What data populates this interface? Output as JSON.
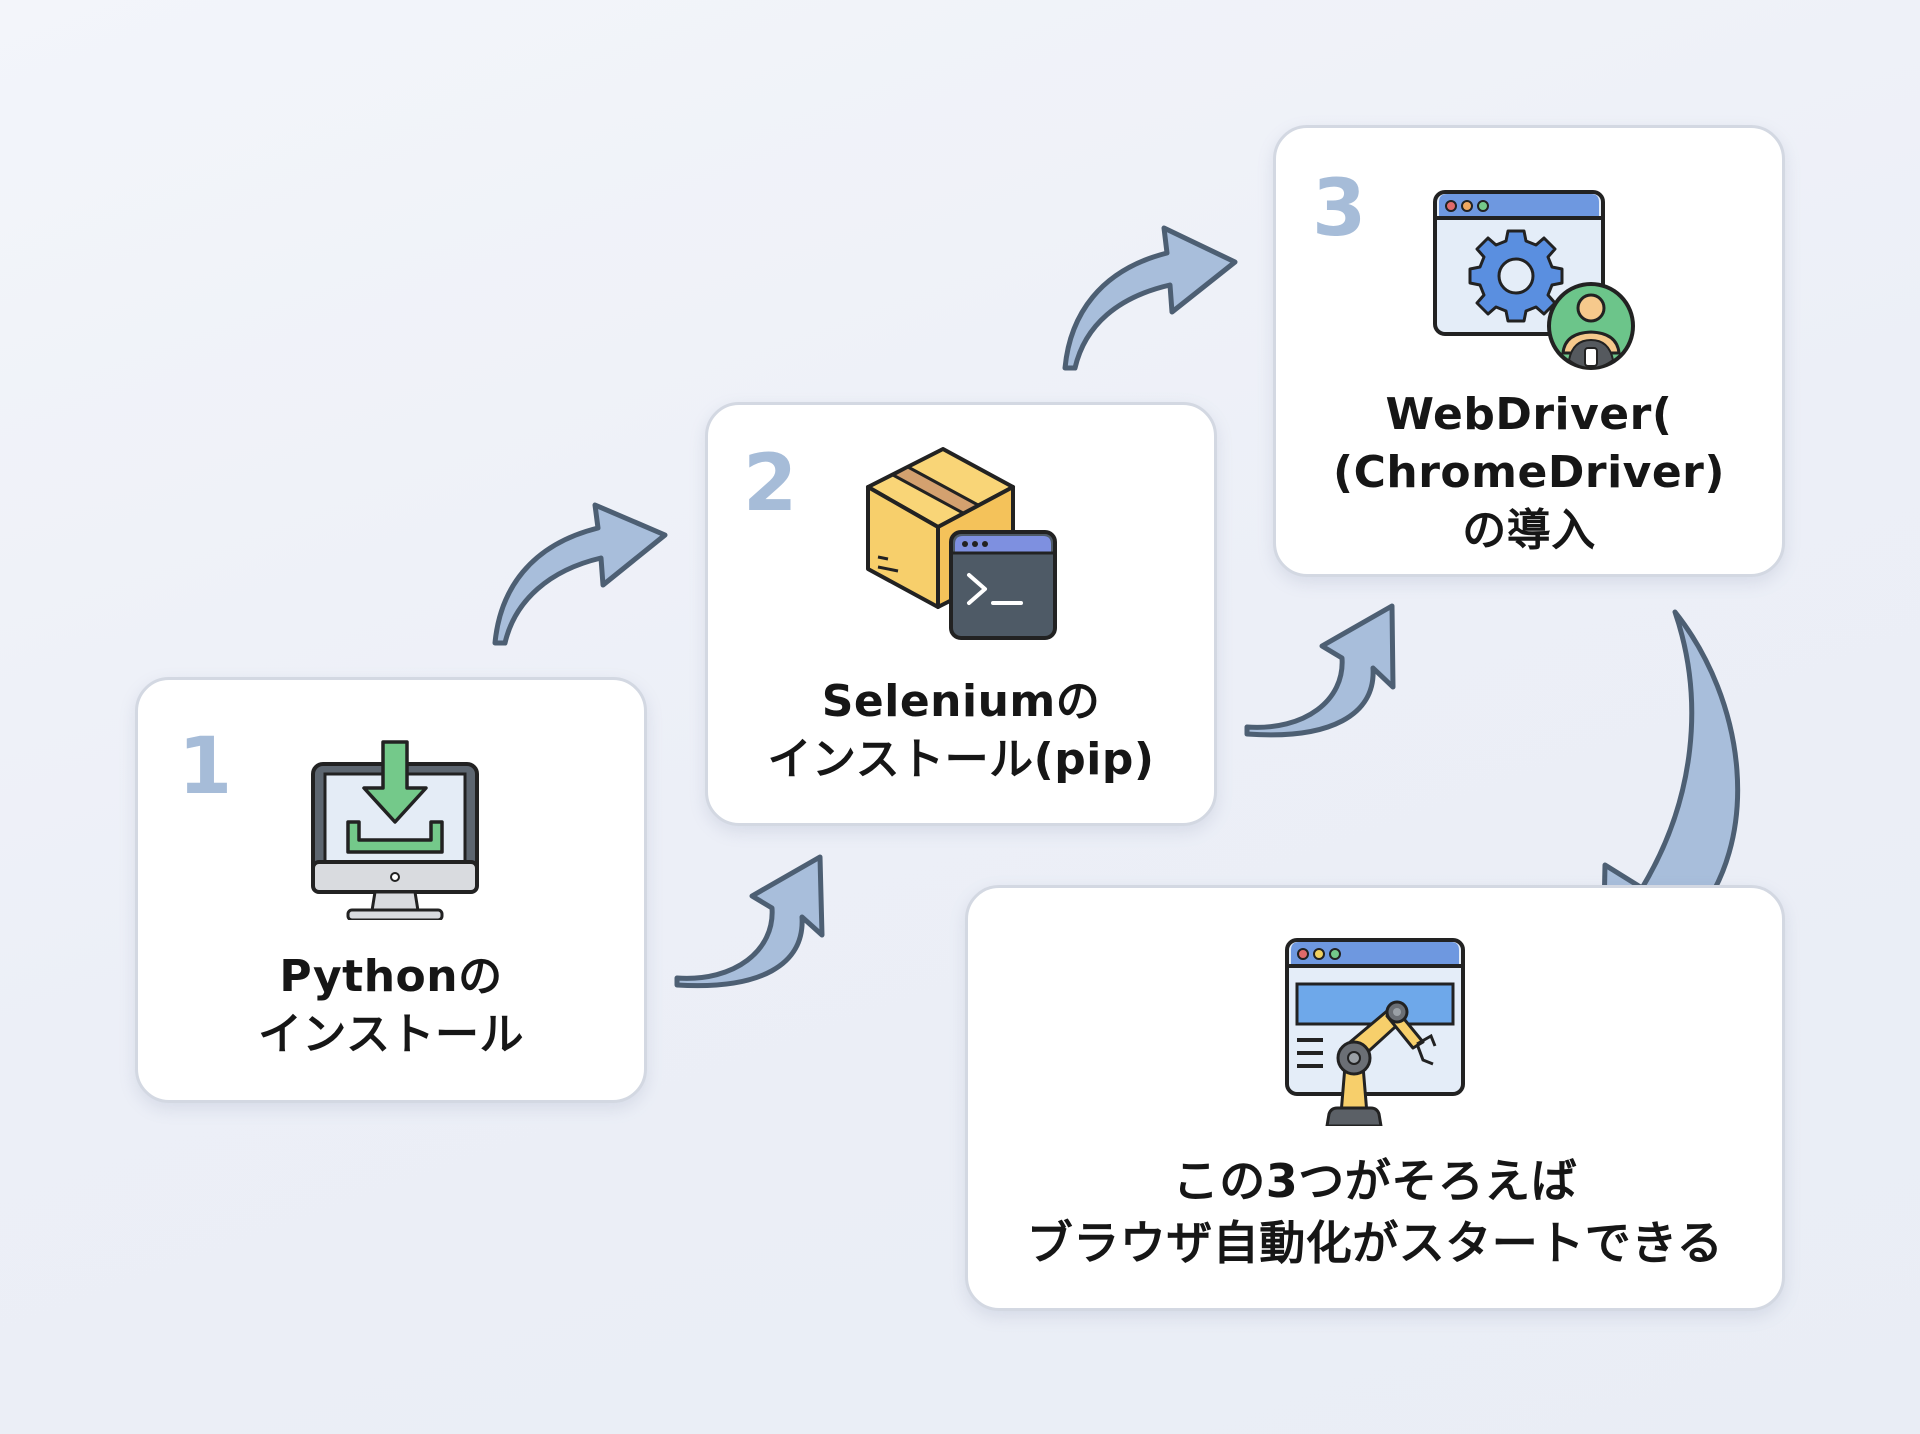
{
  "diagram": {
    "type": "step-flow",
    "steps": [
      {
        "number": "1",
        "icon": "computer-download-icon",
        "label_lines": [
          "Pythonの",
          "インストール"
        ]
      },
      {
        "number": "2",
        "icon": "package-terminal-icon",
        "label_lines": [
          "Seleniumの",
          "インストール(pip)"
        ]
      },
      {
        "number": "3",
        "icon": "browser-gear-user-icon",
        "label_lines": [
          "WebDriver(",
          "(ChromeDriver)",
          "の導入"
        ]
      }
    ],
    "result": {
      "icon": "browser-robot-arm-icon",
      "label_lines": [
        "この3つがそろえば",
        "ブラウザ自動化がスタートできる"
      ]
    },
    "flow": [
      "step-1 → step-2",
      "step-2 → step-3",
      "step-3 → result"
    ],
    "colors": {
      "step_number": "#a6bcd8",
      "arrow_fill": "#a8bedb",
      "arrow_stroke": "#4d5f73",
      "card_border": "#d3d8e2",
      "download_green": "#74c98a",
      "box_yellow": "#f7cf6b",
      "browser_blue": "#6e98e0",
      "gear_blue": "#5a8fe0",
      "user_green": "#6cc58a"
    }
  }
}
